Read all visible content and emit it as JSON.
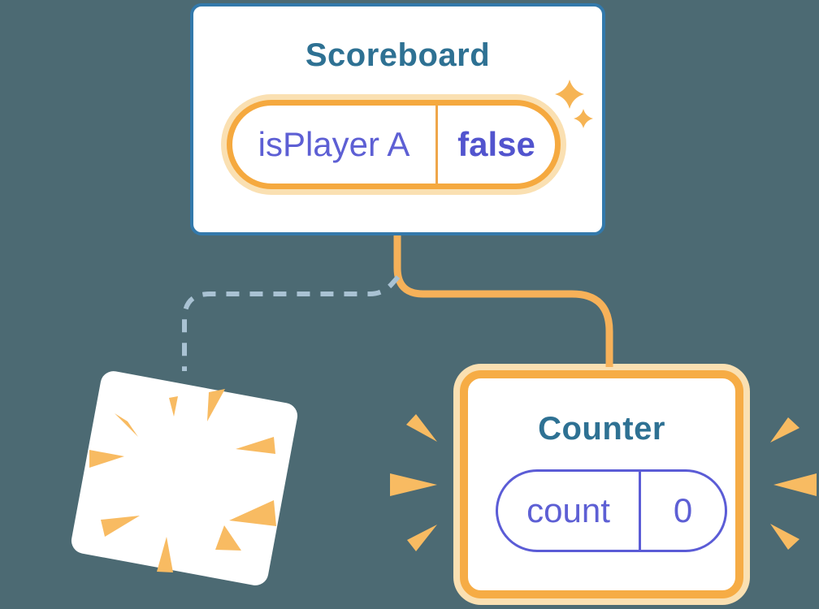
{
  "diagram": {
    "description": "React component-tree state diagram: Scoreboard parent keeps state while a child component is destroyed and a new Counter is created",
    "scoreboard": {
      "title": "Scoreboard",
      "state": {
        "name": "isPlayer A",
        "value": "false"
      }
    },
    "counter": {
      "title": "Counter",
      "state": {
        "name": "count",
        "value": "0"
      }
    },
    "destroyed_component": {
      "label": "",
      "note": "blank tilted card with explosion rays (unmounted component)"
    },
    "icons": {
      "sparkle_large": "sparkle-icon",
      "sparkle_small": "sparkle-icon",
      "explosion_rays": "burst-rays-icon",
      "emphasis_left": "burst-marks-icon",
      "emphasis_right": "burst-marks-icon"
    },
    "colors": {
      "background": "#4C6A73",
      "card_border_blue": "#3379AB",
      "title_teal": "#2E7193",
      "orange_border": "#F5A93F",
      "orange_glow": "#FAE0B2",
      "orange_connector": "#F6B159",
      "orange_burst": "#F8BB62",
      "orange_sparkle": "#F6B454",
      "purple_text": "#5D5FD4",
      "purple_text_bold": "#5254CE",
      "purple_pill_border": "#5B5CD6",
      "dashed_line": "#A9C2D3",
      "card_fill": "#FFFFFF"
    }
  }
}
